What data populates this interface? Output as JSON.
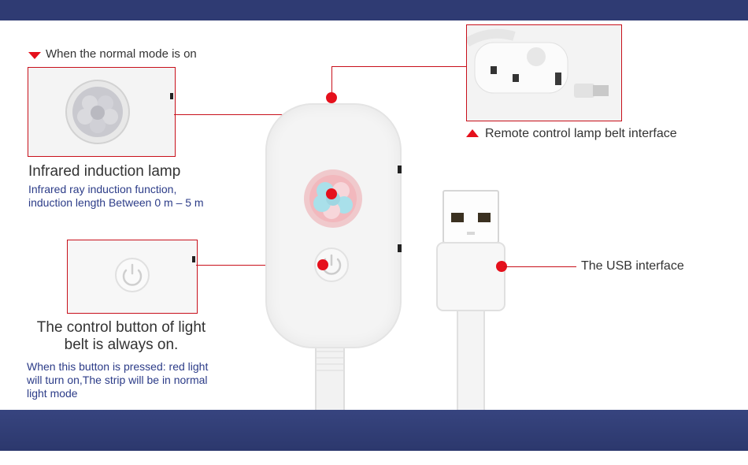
{
  "labels": {
    "normal_mode": "When the normal mode is on",
    "remote_interface": "Remote control lamp belt interface",
    "ir_title": "Infrared induction lamp",
    "ir_desc_line1": "Infrared ray induction function,",
    "ir_desc_line2": "induction length Between 0 m – 5 m",
    "ctrl_title_line1": "The control button of light",
    "ctrl_title_line2": "belt is always on.",
    "ctrl_desc_line1": "When this button is pressed: red light",
    "ctrl_desc_line2": "will turn on,The strip will be in normal",
    "ctrl_desc_line3": "light mode",
    "usb_interface": "The USB interface"
  },
  "colors": {
    "banner": "#2f3b73",
    "accent_red": "#e5101c",
    "desc_blue": "#2c3c88",
    "sensor_pink": "#f2b8bd",
    "sensor_cyan": "#a9e0ea"
  },
  "icons": [
    "triangle-down-icon",
    "triangle-up-icon",
    "power-icon"
  ]
}
